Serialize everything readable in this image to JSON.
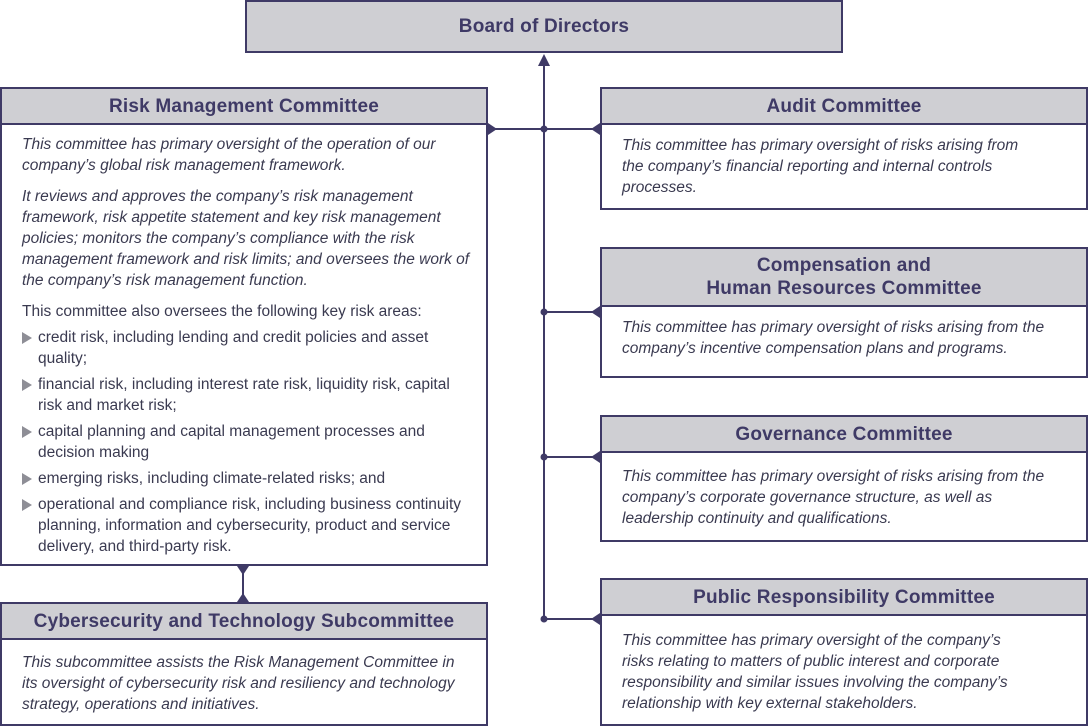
{
  "board": {
    "title": "Board of Directors"
  },
  "risk_committee": {
    "title": "Risk Management Committee",
    "para1": "This committee has primary oversight of the operation of our company’s global risk management framework.",
    "para2": "It reviews and approves the company’s risk management framework, risk appetite statement and key risk management policies; monitors the company’s compliance with the risk management framework and risk limits; and oversees the work of the company’s risk management function.",
    "para3": "This committee also oversees the following key risk areas:",
    "bullets": [
      "credit risk, including lending and credit policies and asset quality;",
      "financial risk, including interest rate risk, liquidity risk, capital risk and market risk;",
      "capital planning and capital management processes and decision making",
      "emerging risks, including climate-related risks; and",
      "operational and compliance risk, including business continuity planning, information and cybersecurity, product and service delivery, and third-party risk."
    ]
  },
  "cyber_subcommittee": {
    "title": "Cybersecurity and Technology Subcommittee",
    "text": "This subcommittee assists the Risk Management Committee in its oversight of cybersecurity risk and resiliency and technology strategy, operations and initiatives."
  },
  "audit_committee": {
    "title": "Audit Committee",
    "text": "This committee has primary oversight of risks arising from the company’s financial reporting and internal controls processes."
  },
  "compensation_committee": {
    "title_line1": "Compensation and",
    "title_line2": "Human Resources Committee",
    "text": "This committee has primary oversight of risks arising from the company’s incentive compensation plans and programs."
  },
  "governance_committee": {
    "title": "Governance Committee",
    "text": "This committee has primary oversight of risks arising from the company’s corporate governance structure, as well as leadership continuity and qualifications."
  },
  "public_committee": {
    "title": "Public Responsibility Committee",
    "text": "This committee has primary oversight of the company’s risks relating to matters of public interest and corporate responsibility and similar issues involving the company’s relationship with key external stakeholders."
  },
  "colors": {
    "border": "#3f3a66",
    "header_fill": "#cfcfd3",
    "bullet": "#8e8e96"
  }
}
